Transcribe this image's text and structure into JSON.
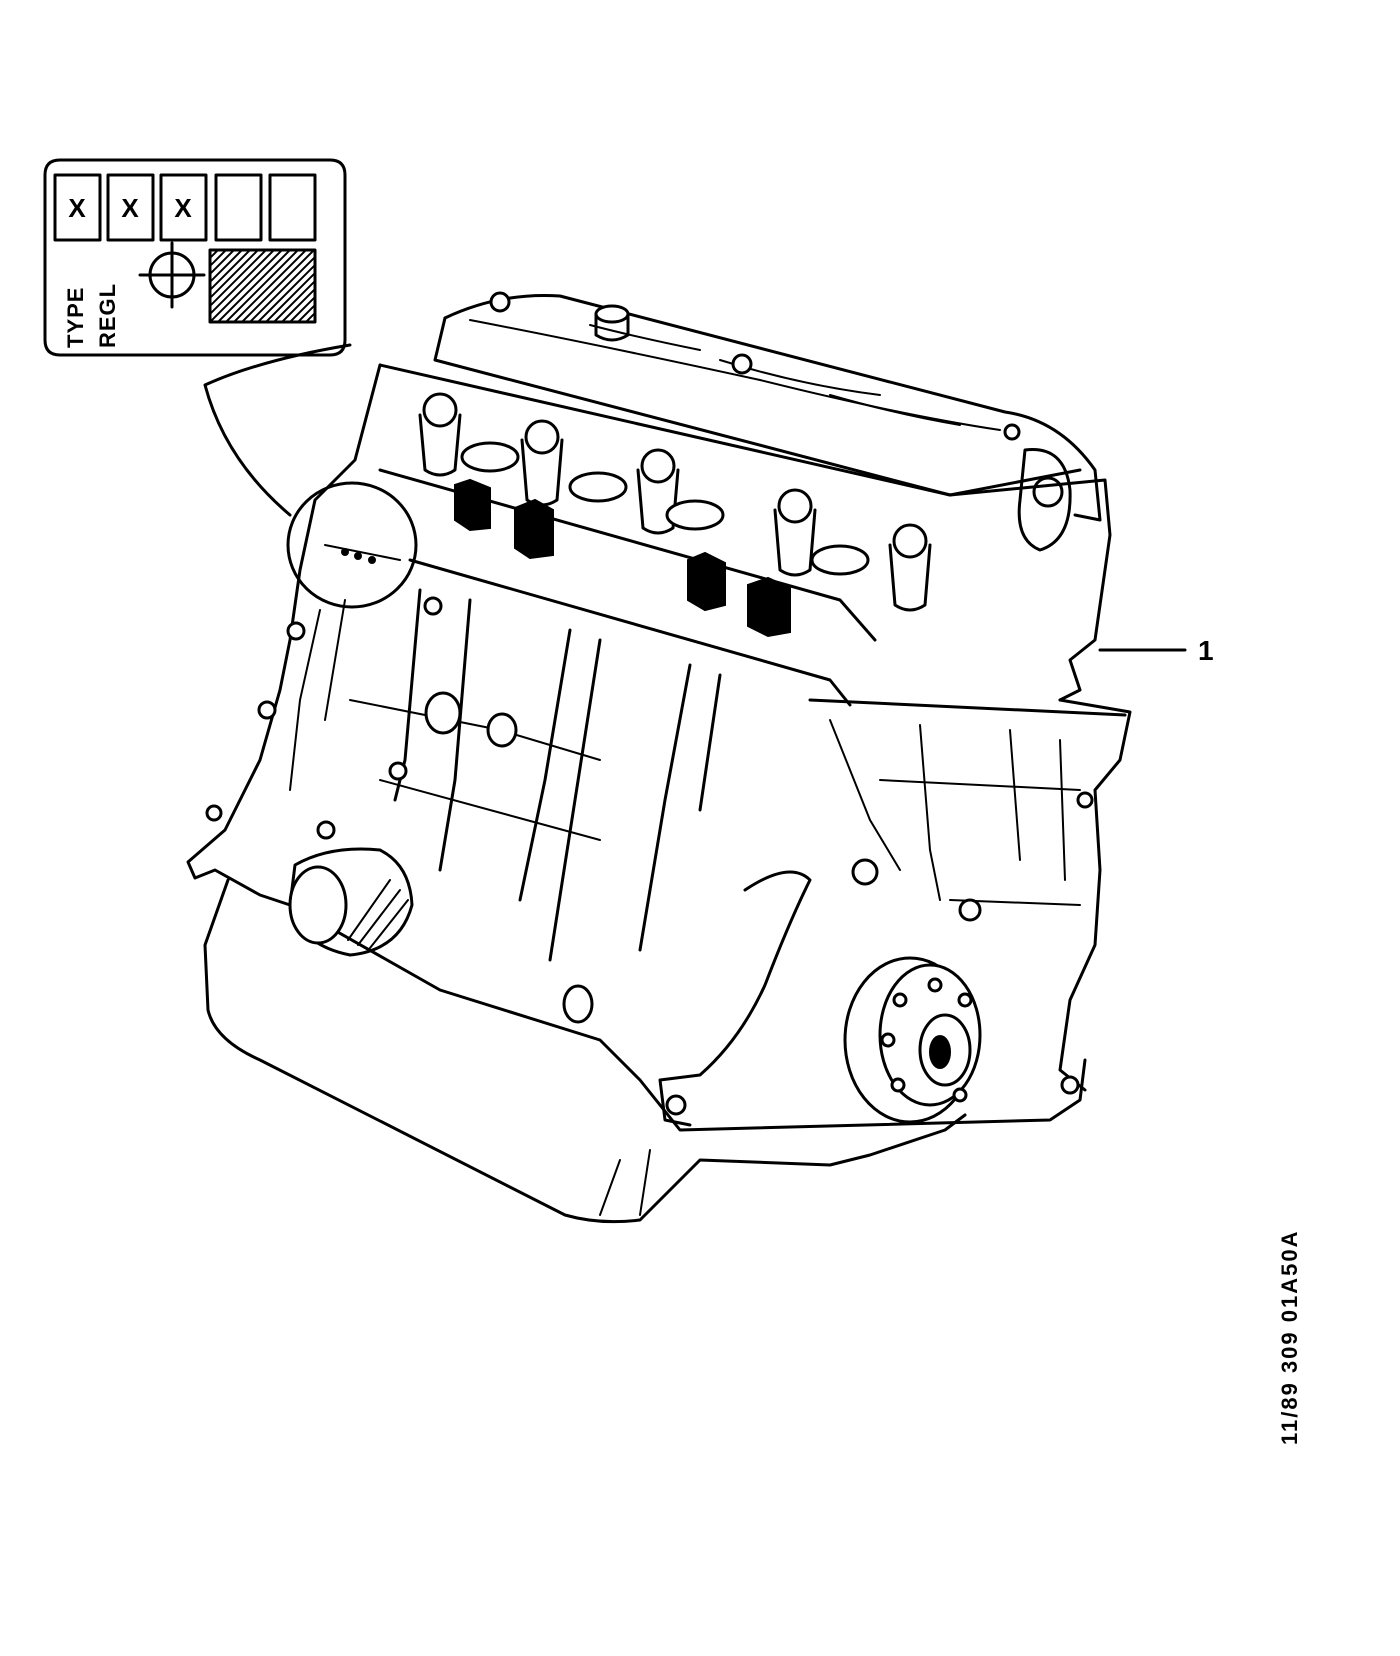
{
  "label_plate": {
    "boxes": [
      "X",
      "X",
      "X",
      "",
      ""
    ],
    "side_text_1": "TYPE",
    "side_text_2": "REGL",
    "icons": [
      "crosshair-icon",
      "hatched-square-icon"
    ]
  },
  "callouts": [
    {
      "label": "1"
    }
  ],
  "reference_code": "11/89  309  01A50A",
  "colors": {
    "ink": "#000000",
    "paper": "#ffffff"
  }
}
